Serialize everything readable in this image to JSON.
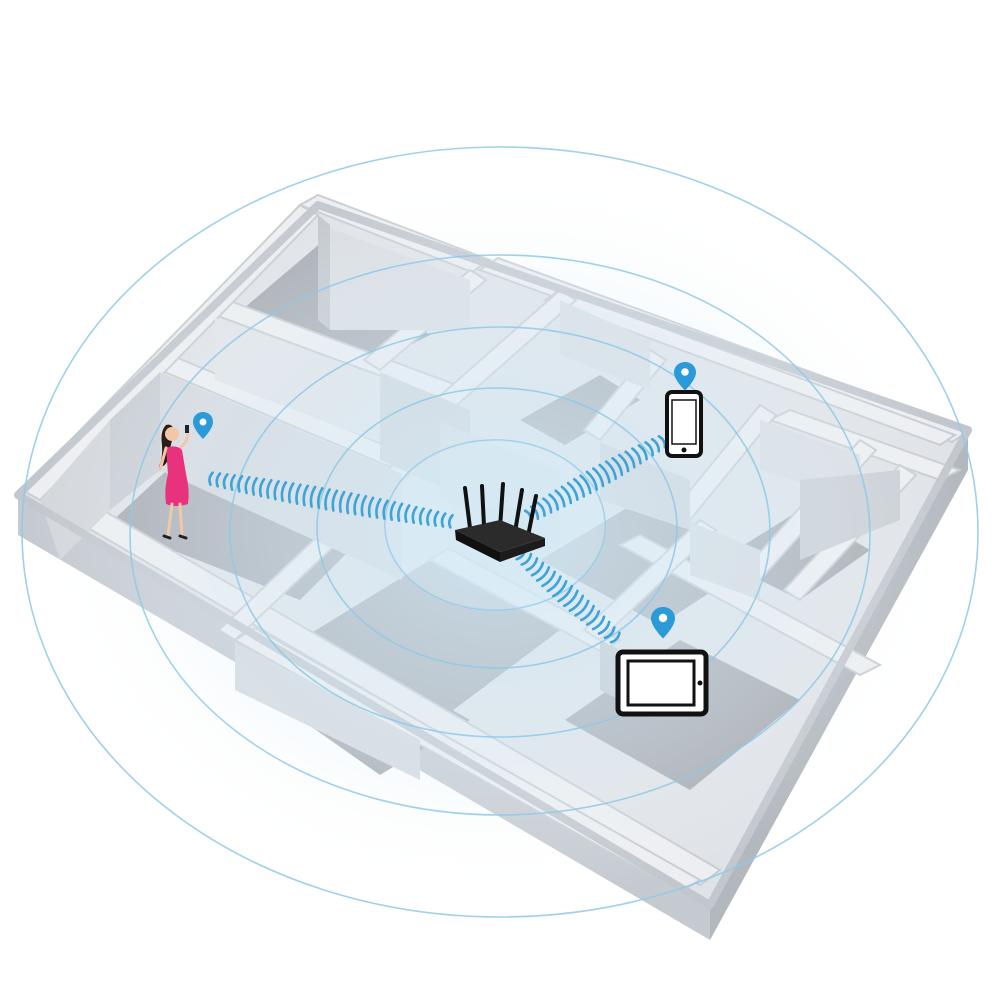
{
  "scene": {
    "subject": "wifi-router-coverage-floorplan",
    "colors": {
      "background": "#ffffff",
      "wall_top": "#e2e5e9",
      "wall_face": "#cbd0d6",
      "wall_side": "#b7bcc3",
      "floor": "#a9adb3",
      "coverage_ring": "#8ec9e6",
      "coverage_fill": "#d9eef8",
      "signal_wave": "#3fa3d6",
      "location_pin": "#2b9ad8",
      "device": "#1a1a1a",
      "person_dress": "#e8327d",
      "person_hair": "#2a1c16"
    },
    "icons": [
      "router-icon",
      "smartphone-icon",
      "tablet-icon",
      "location-pin-icon",
      "person-figure"
    ],
    "coverage_rings": 5,
    "signal_paths": [
      "router-to-person",
      "router-to-phone",
      "router-to-tablet"
    ]
  }
}
